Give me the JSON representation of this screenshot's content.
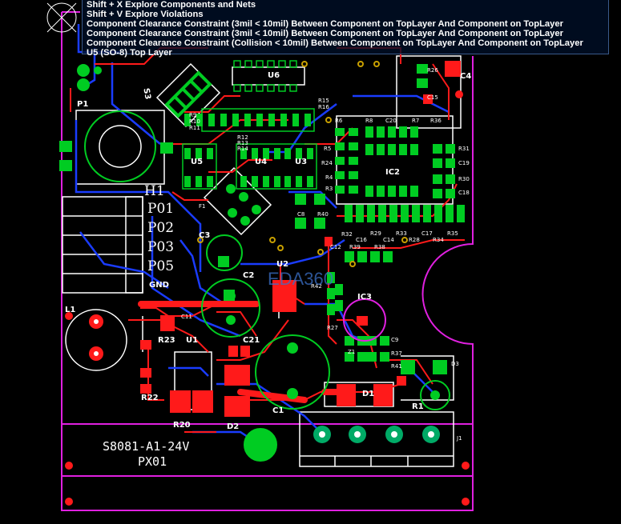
{
  "hints": [
    {
      "text": "Shift + X   Explore Components and Nets"
    },
    {
      "text": "Shift + V   Explore Violations"
    },
    {
      "text": "Component Clearance Constraint (3mil < 10mil)  Between Component on TopLayer And Component on TopLayer"
    },
    {
      "text": "Component Clearance Constraint (3mil < 10mil)  Between Component on TopLayer And Component on TopLayer"
    },
    {
      "text": "Component Clearance Constraint (Collision < 10mil)  Between Component on TopLayer And Component on TopLayer"
    },
    {
      "text": "U5   (SO-8)  Top Layer"
    }
  ],
  "colors": {
    "background": "#000000",
    "top_copper": "#ff1a1a",
    "bottom_copper": "#1a3cff",
    "silkscreen": "#ffffff",
    "pad": "#00cc22",
    "outline": "#e020e0",
    "via": "#c8a000"
  },
  "silk_labels": {
    "p1": "P1",
    "s3": "S3",
    "u6": "U6",
    "h1": "H1",
    "p01": "P01",
    "p02": "P02",
    "p03": "P03",
    "p05": "P05",
    "gnd": "GND",
    "l1": "L1",
    "c11": "C11",
    "r23": "R23",
    "u1": "U1",
    "c21": "C21",
    "r22": "R22",
    "r20": "R20",
    "d2": "D2",
    "c1": "C1",
    "c2": "C2",
    "c3": "C3",
    "u2": "U2",
    "f1": "F1",
    "u5": "U5",
    "u4": "U4",
    "u3": "U3",
    "ic2": "IC2",
    "ic3": "IC3",
    "d1": "D1",
    "d3": "D3",
    "r1": "R1",
    "j1": "J1",
    "c4": "C4",
    "c15": "C15",
    "r26": "R26",
    "r24": "R24",
    "r5": "R5",
    "r4": "R4",
    "r3": "R3",
    "r6": "R6",
    "r8": "R8",
    "c20": "C20",
    "r7": "R7",
    "r36": "R36",
    "r31": "R31",
    "c19": "C19",
    "r30": "R30",
    "c18": "C18",
    "c8": "C8",
    "r40": "R40",
    "r32": "R32",
    "c16": "C16",
    "c14": "C14",
    "r28": "R28",
    "r29": "R29",
    "r33": "R33",
    "r34": "R34",
    "c17": "C17",
    "r35": "R35",
    "c12": "C12",
    "r39": "R39",
    "r38": "R38",
    "r42": "R42",
    "r27": "R27",
    "z1": "Z1",
    "c9": "C9",
    "r37": "R37",
    "r41": "R41",
    "r15": "R15",
    "r16": "R16",
    "r9": "R9",
    "r10": "R10",
    "r11": "R11",
    "r12": "R12",
    "r13": "R13",
    "r14": "R14",
    "board_name": "S8081-A1-24V",
    "board_rev": "PX01",
    "watermark": "EDA360"
  }
}
